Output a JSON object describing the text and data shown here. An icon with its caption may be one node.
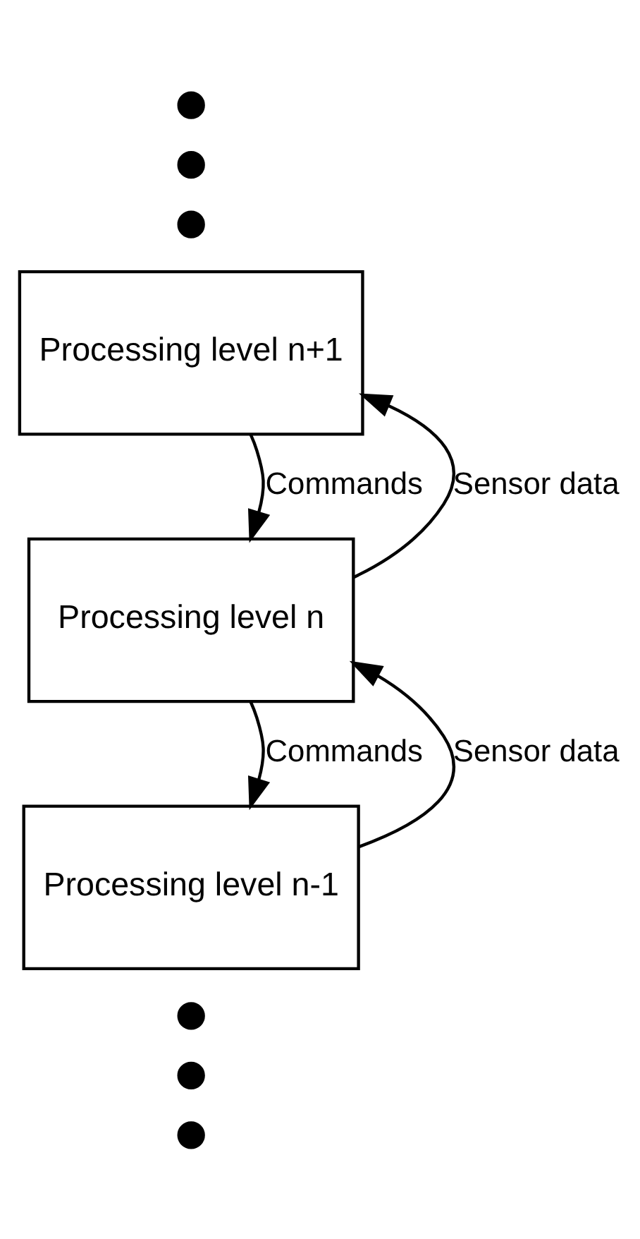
{
  "diagram": {
    "nodes": [
      {
        "text": [],
        "shape": "circle"
      },
      {
        "text": [],
        "shape": "circle"
      },
      {
        "text": [],
        "shape": "circle"
      },
      {
        "text": [
          "Processing level n+1"
        ]
      },
      {
        "text": [
          "Processing level n"
        ]
      },
      {
        "text": [
          "Processing level n-1"
        ]
      },
      {
        "text": [],
        "shape": "circle"
      },
      {
        "text": [],
        "shape": "circle"
      },
      {
        "text": [],
        "shape": "circle"
      }
    ],
    "edges": [
      {
        "from": 3,
        "to": 4,
        "arrow": "to",
        "label": "Commands"
      },
      {
        "from": 4,
        "to": 3,
        "arrow": "to",
        "label": "Sensor data"
      },
      {
        "from": 4,
        "to": 5,
        "arrow": "to",
        "label": "Commands"
      },
      {
        "from": 5,
        "to": 4,
        "arrow": "to",
        "label": "Sensor data"
      }
    ]
  }
}
